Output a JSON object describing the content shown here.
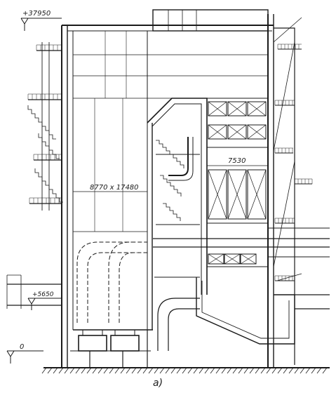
{
  "drawing": {
    "elevation_top": "+37950",
    "elevation_mid": "+5650",
    "elevation_base": "0",
    "dimension_chamber": "8770 x 17480",
    "dimension_width": "7530",
    "figure_label": "а)"
  },
  "colors": {
    "ink": "#1a1a1a",
    "paper": "#ffffff"
  }
}
